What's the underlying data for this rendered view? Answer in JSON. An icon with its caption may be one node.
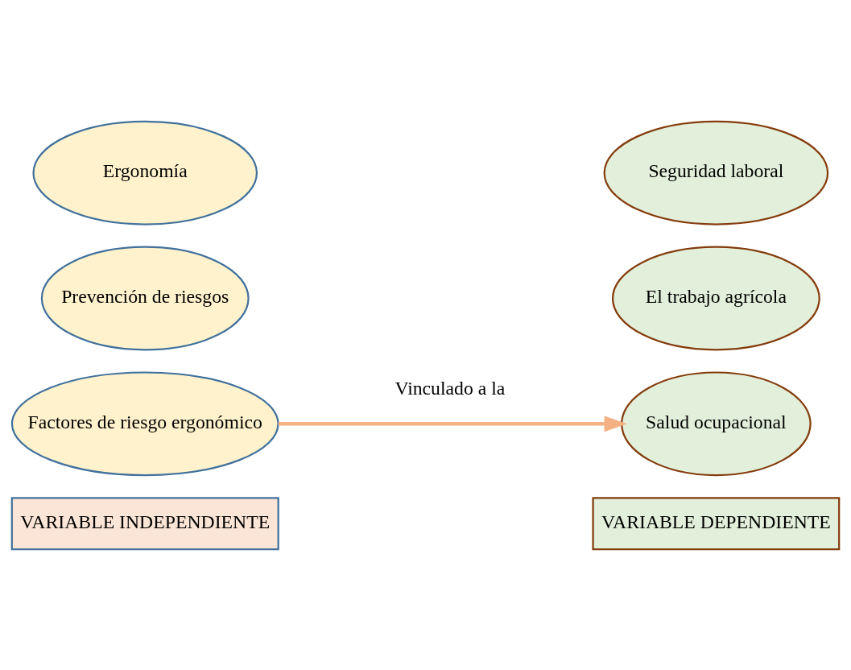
{
  "diagram": {
    "nodes": [
      {
        "text": [
          "Ergonomía"
        ]
      },
      {
        "text": [
          "Prevención de riesgos"
        ]
      },
      {
        "text": [
          "Factores de riesgo ergonómico"
        ]
      },
      {
        "text": [
          "VARIABLE INDEPENDIENTE"
        ]
      },
      {
        "text": [
          "Seguridad laboral"
        ]
      },
      {
        "text": [
          "El trabajo agrícola"
        ]
      },
      {
        "text": [
          "Salud ocupacional"
        ]
      },
      {
        "text": [
          "VARIABLE DEPENDIENTE"
        ]
      }
    ],
    "edges": [
      {
        "from": 2,
        "to": 6,
        "arrow": "to",
        "label": "Vinculado a la",
        "color": "#f4b183"
      }
    ]
  }
}
